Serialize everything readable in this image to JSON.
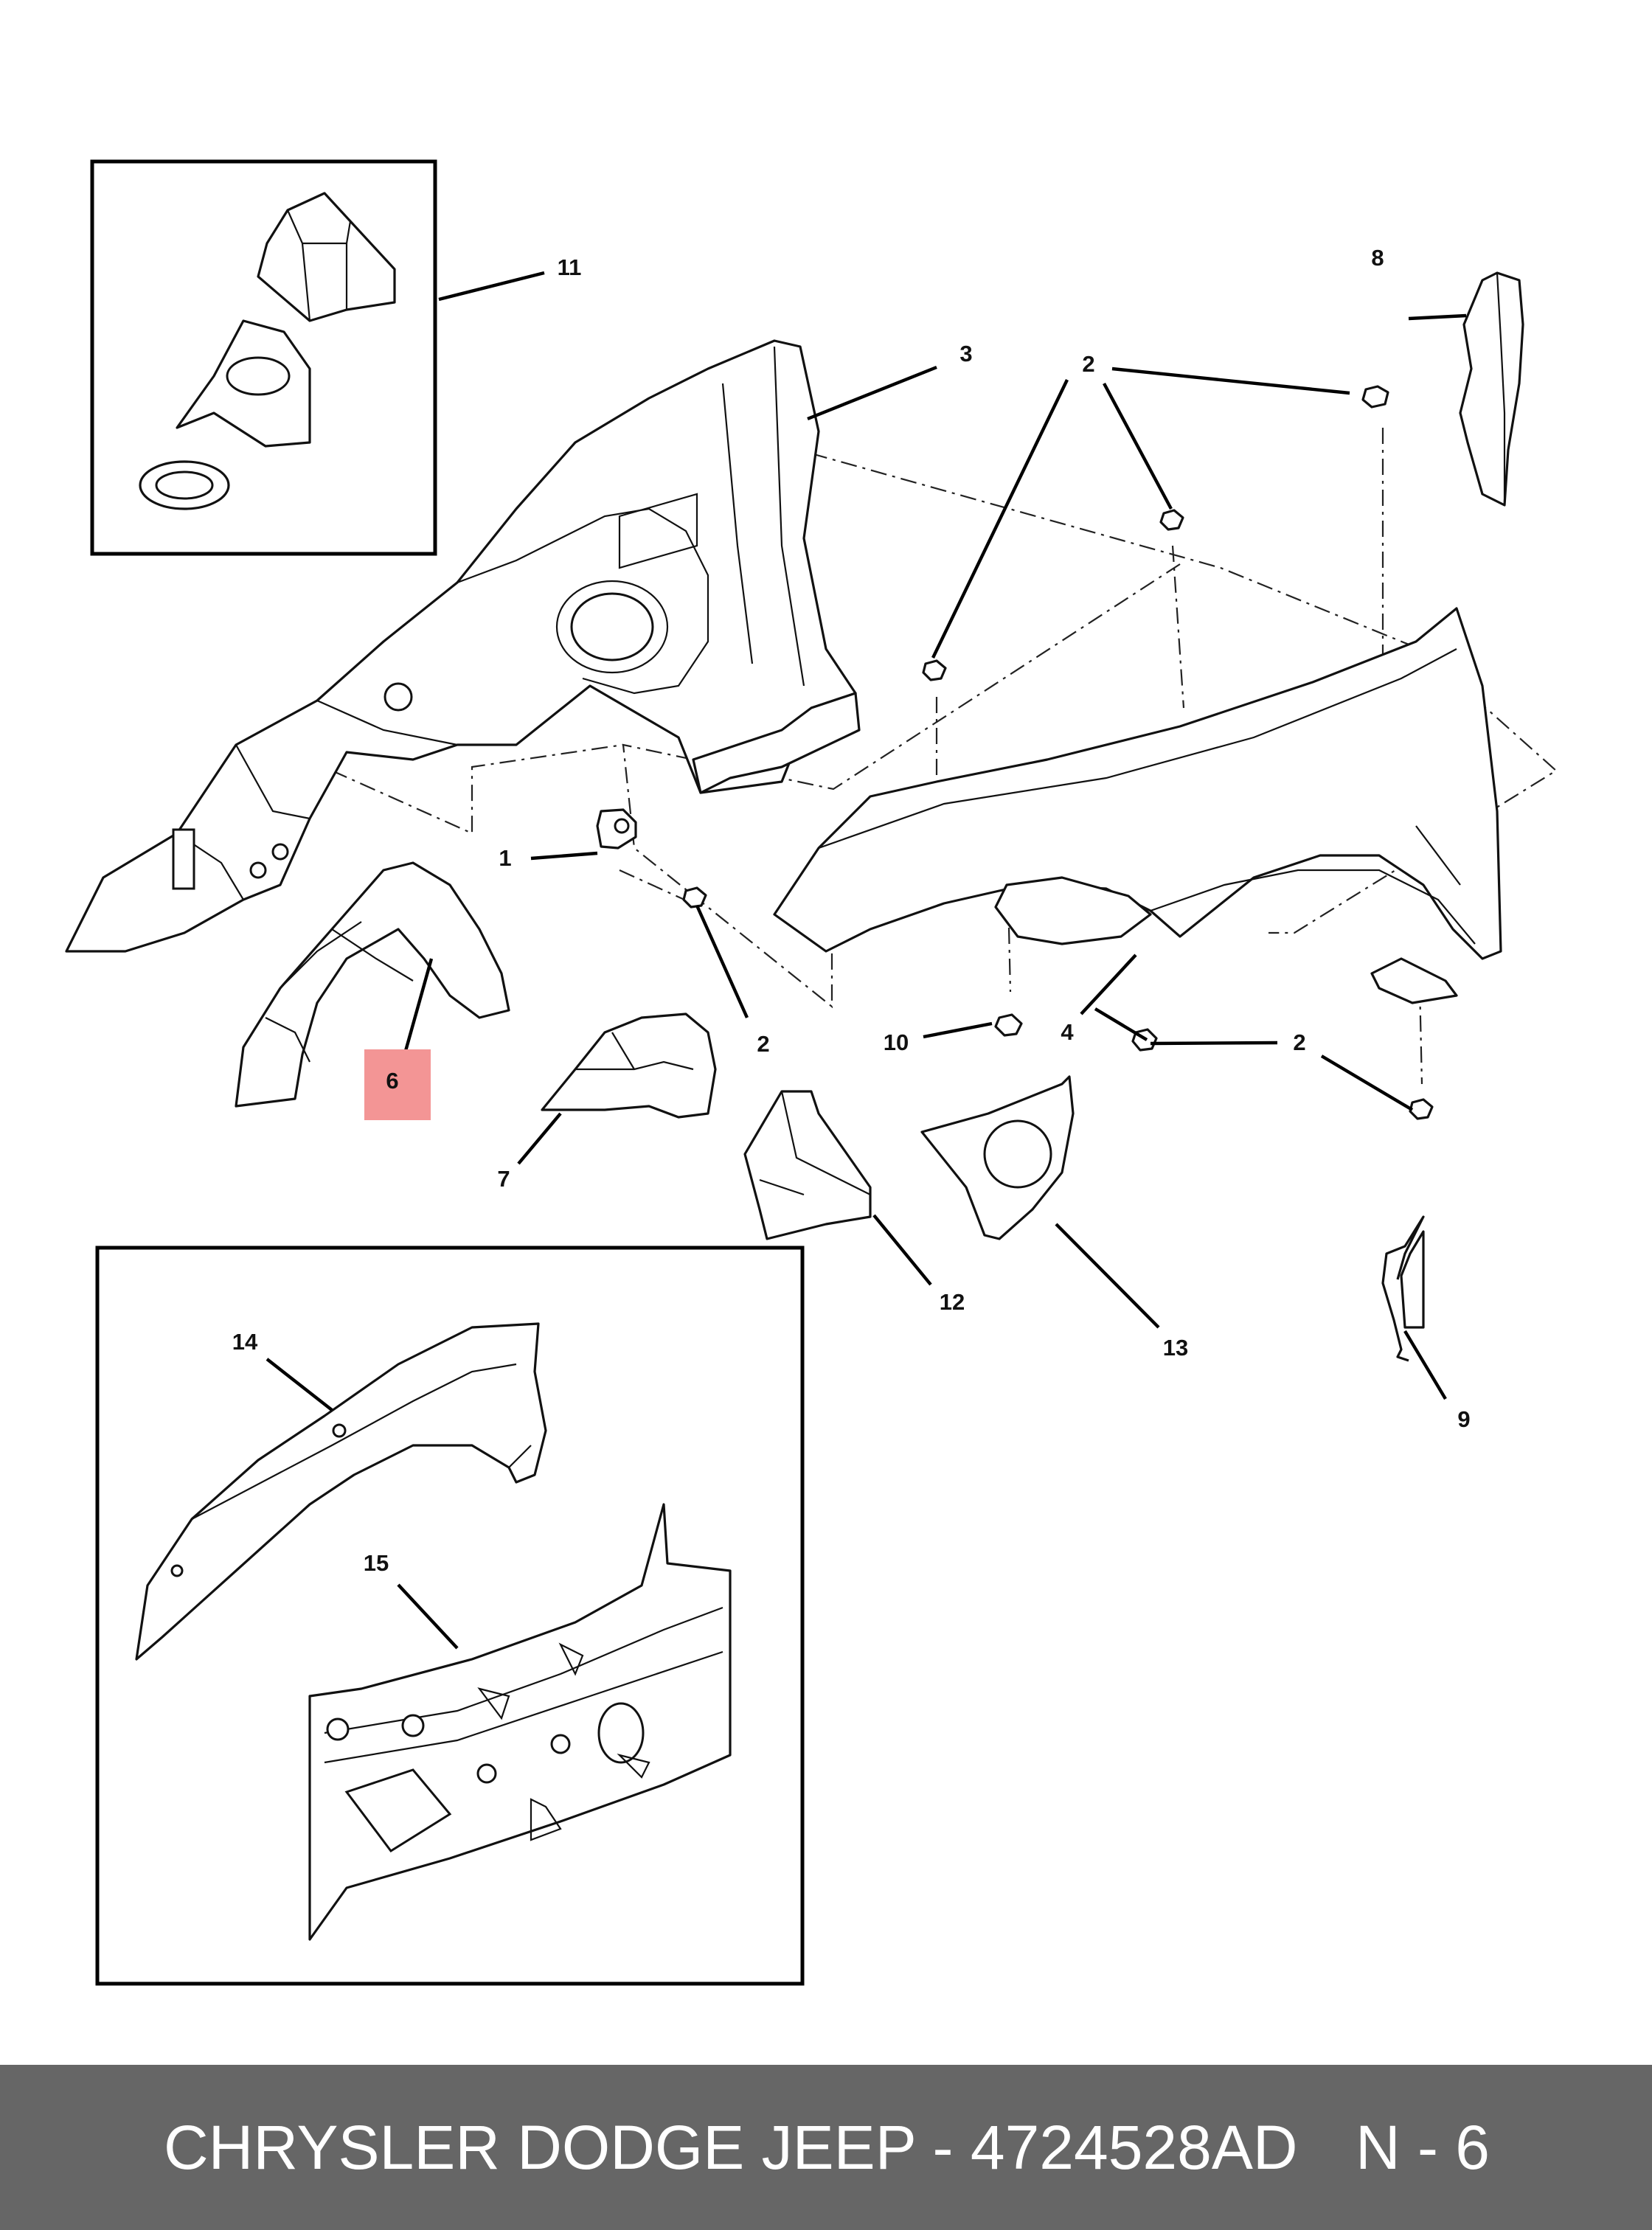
{
  "diagram": {
    "callouts": [
      "1",
      "2",
      "3",
      "4",
      "6",
      "7",
      "8",
      "9",
      "10",
      "11",
      "12",
      "13",
      "14",
      "15"
    ],
    "highlighted_callout": "6",
    "highlight_color": "#f39595"
  },
  "footer": {
    "brand_and_part": "CHRYSLER DODGE JEEP - 4724528AD",
    "item_code": "N - 6",
    "background_color": "#666666",
    "text_color": "#ffffff"
  }
}
